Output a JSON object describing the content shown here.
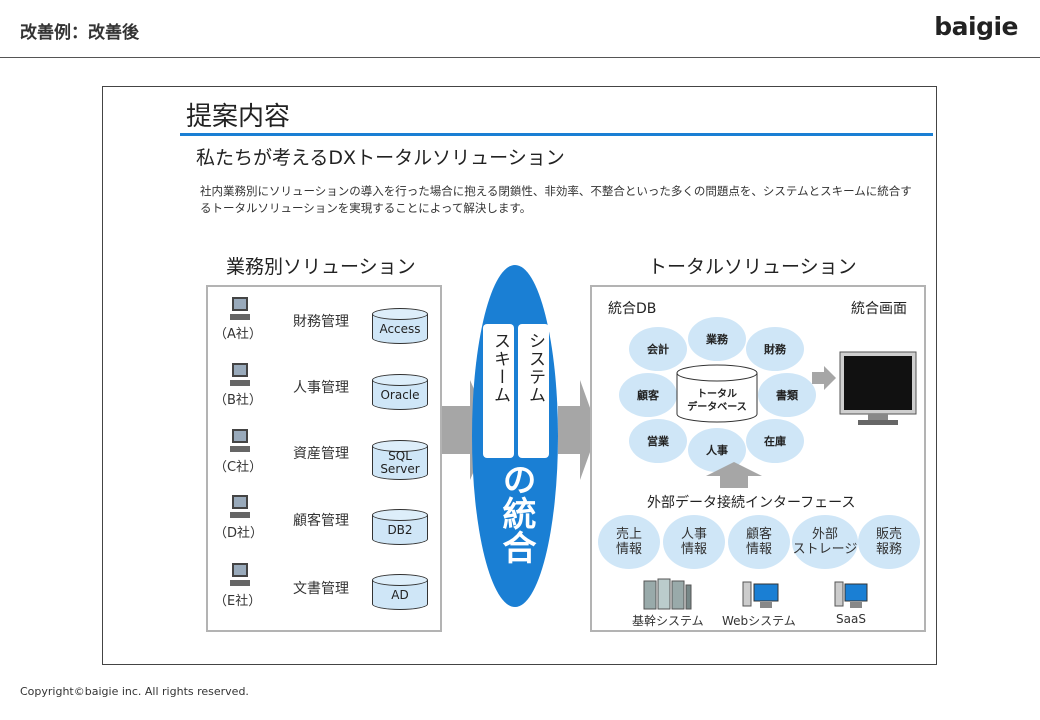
{
  "header": {
    "title": "改善例：改善後",
    "brand": "baigie"
  },
  "slide": {
    "title": "提案内容",
    "subtitle": "私たちが考えるDXトータルソリューション",
    "description": "社内業務別にソリューションの導入を行った場合に抱える閉鎖性、非効率、不整合といった多くの問題点を、システムとスキームに統合するトータルソリューションを実現することによって解決します。"
  },
  "left": {
    "heading": "業務別ソリューション",
    "rows": [
      {
        "company": "（A社）",
        "task": "財務管理",
        "db": "Access"
      },
      {
        "company": "（B社）",
        "task": "人事管理",
        "db": "Oracle"
      },
      {
        "company": "（C社）",
        "task": "資産管理",
        "db": "SQL\nServer"
      },
      {
        "company": "（D社）",
        "task": "顧客管理",
        "db": "DB2"
      },
      {
        "company": "（E社）",
        "task": "文書管理",
        "db": "AD"
      }
    ]
  },
  "center": {
    "col_right": "システム",
    "col_left": "スキーム",
    "big": "の統合"
  },
  "right": {
    "heading": "トータルソリューション",
    "db_title": "統合DB",
    "screen_title": "統合画面",
    "core": "トータル\nデータベース",
    "bubbles": [
      "会計",
      "業務",
      "財務",
      "顧客",
      "書類",
      "営業",
      "人事",
      "在庫"
    ],
    "interface_title": "外部データ接続インターフェース",
    "external": [
      "売上\n情報",
      "人事\n情報",
      "顧客\n情報",
      "外部\nストレージ",
      "販売\n報務"
    ],
    "systems": [
      "基幹システム",
      "Webシステム",
      "SaaS"
    ]
  },
  "footer": {
    "copyright": "Copyright©baigie inc. All rights reserved."
  },
  "colors": {
    "accent": "#1a7fd4",
    "bubble": "#cfe6f7",
    "arrow": "#a6a6a6"
  }
}
